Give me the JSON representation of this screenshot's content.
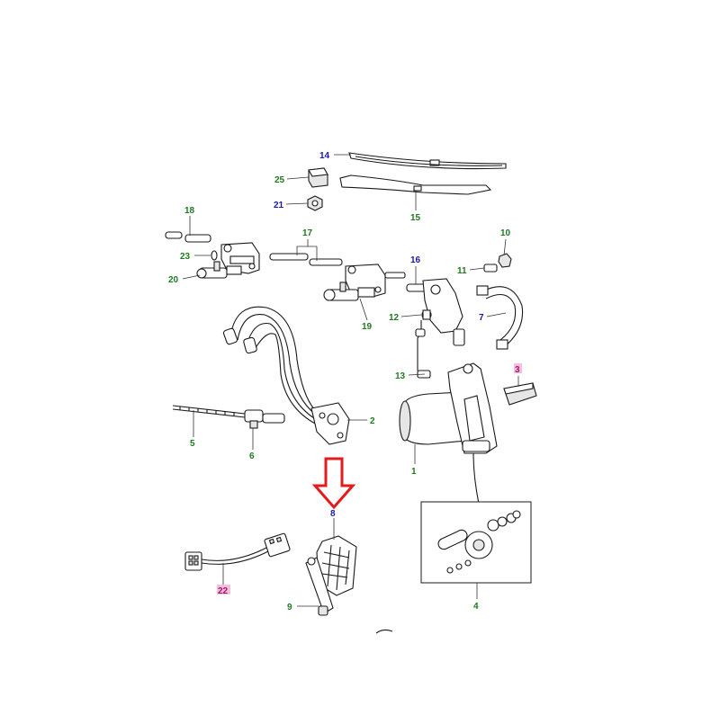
{
  "callouts": [
    {
      "id": "c14",
      "text": "14",
      "color": "blue"
    },
    {
      "id": "c25",
      "text": "25",
      "color": "green"
    },
    {
      "id": "c21",
      "text": "21",
      "color": "blue"
    },
    {
      "id": "c15",
      "text": "15",
      "color": "green"
    },
    {
      "id": "c18",
      "text": "18",
      "color": "green"
    },
    {
      "id": "c23",
      "text": "23",
      "color": "green"
    },
    {
      "id": "c20",
      "text": "20",
      "color": "green"
    },
    {
      "id": "c17",
      "text": "17",
      "color": "green"
    },
    {
      "id": "c19",
      "text": "19",
      "color": "green"
    },
    {
      "id": "c16",
      "text": "16",
      "color": "blue"
    },
    {
      "id": "c12a",
      "text": "12",
      "color": "green"
    },
    {
      "id": "c10",
      "text": "10",
      "color": "green"
    },
    {
      "id": "c11",
      "text": "11",
      "color": "green"
    },
    {
      "id": "c7",
      "text": "7",
      "color": "blue"
    },
    {
      "id": "c13",
      "text": "13",
      "color": "green"
    },
    {
      "id": "c3",
      "text": "3",
      "color": "magenta"
    },
    {
      "id": "c2",
      "text": "2",
      "color": "green"
    },
    {
      "id": "c5",
      "text": "5",
      "color": "green"
    },
    {
      "id": "c6",
      "text": "6",
      "color": "green"
    },
    {
      "id": "c1",
      "text": "1",
      "color": "green"
    },
    {
      "id": "c8",
      "text": "8",
      "color": "blue"
    },
    {
      "id": "c22",
      "text": "22",
      "color": "magenta"
    },
    {
      "id": "c9",
      "text": "9",
      "color": "green"
    },
    {
      "id": "c4",
      "text": "4",
      "color": "green"
    }
  ],
  "colors": {
    "green": "#1f7a1f",
    "blue": "#1a1aa8",
    "magenta": "#b0126c",
    "arrow": "#e21b1b",
    "line": "#1a1a1a"
  },
  "highlight": {
    "target": "8",
    "icon": "arrow-down-icon"
  }
}
